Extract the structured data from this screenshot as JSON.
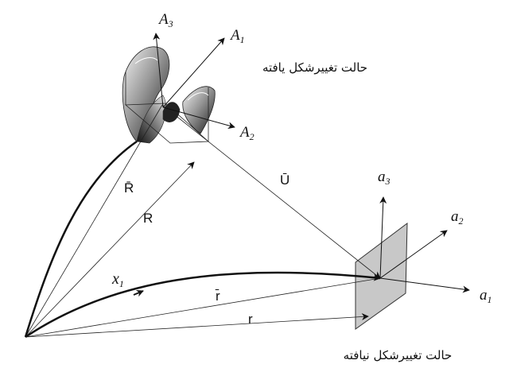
{
  "labels": {
    "A3": {
      "base": "A",
      "sub": "3"
    },
    "A1": {
      "base": "A",
      "sub": "1"
    },
    "A2": {
      "base": "A",
      "sub": "2"
    },
    "a3": {
      "base": "a",
      "sub": "3"
    },
    "a2": {
      "base": "a",
      "sub": "2"
    },
    "a1": {
      "base": "a",
      "sub": "1"
    },
    "x1": {
      "base": "x",
      "sub": "1"
    },
    "R_bar": "R̄",
    "R": "R",
    "U_bar": "Ū",
    "r_bar": "r̄",
    "r": "r"
  },
  "captions": {
    "deformed": "حالت تغییرشکل یافته",
    "undeformed": "حالت تغییرشکل نیافته"
  }
}
